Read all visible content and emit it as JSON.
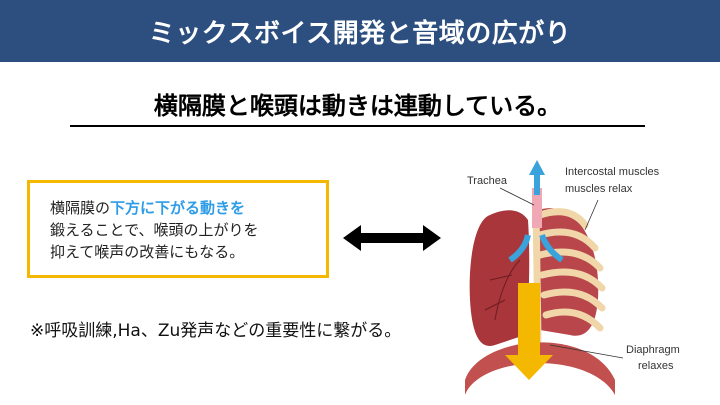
{
  "header": {
    "title": "ミックスボイス開発と音域の広がり"
  },
  "subtitle": "横隔膜と喉頭は動きは連動している。",
  "box": {
    "line1_prefix": "横隔膜の",
    "line1_highlight": "下方に下がる動きを",
    "line2": "鍛えることで、喉頭の上がりを",
    "line3": "抑えて喉声の改善にもなる。"
  },
  "note": "※呼吸訓練,Ha、Zu発声などの重要性に繋がる。",
  "illustration": {
    "labels": {
      "trachea": "Trachea",
      "intercostal_1": "Intercostal muscles",
      "intercostal_2": "muscles relax",
      "diaphragm_1": "Diaphragm",
      "diaphragm_2": "relaxes"
    }
  },
  "colors": {
    "header_bg": "#2c4f7f",
    "box_border": "#f5b800",
    "highlight": "#2e9ce6",
    "arrow_down": "#f5b800",
    "arrow_air": "#3aa3dc"
  }
}
